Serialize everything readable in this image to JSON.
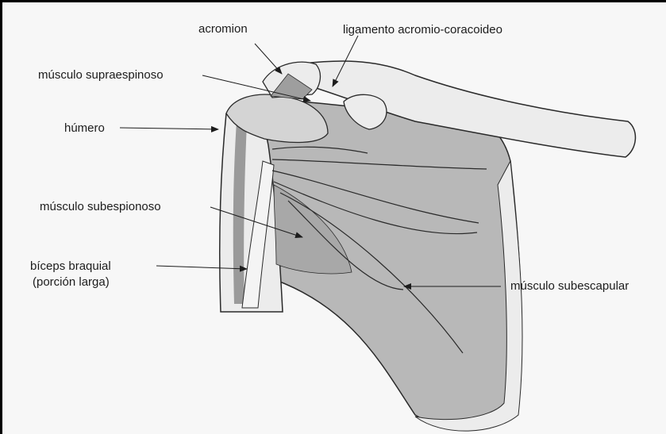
{
  "labels": {
    "acromion": "acromion",
    "ligament": "ligamento acromio-coracoideo",
    "supraspinatus": "músculo supraespinoso",
    "humerus": "húmero",
    "infraspinatus": "músculo subespionoso",
    "biceps_line1": "bíceps braquial",
    "biceps_line2": "(porción larga)",
    "subscapularis": "músculo subescapular"
  },
  "colors": {
    "muscle_fill": "#b8b8b8",
    "bone_fill": "#ececec",
    "outline": "#2a2a2a"
  }
}
